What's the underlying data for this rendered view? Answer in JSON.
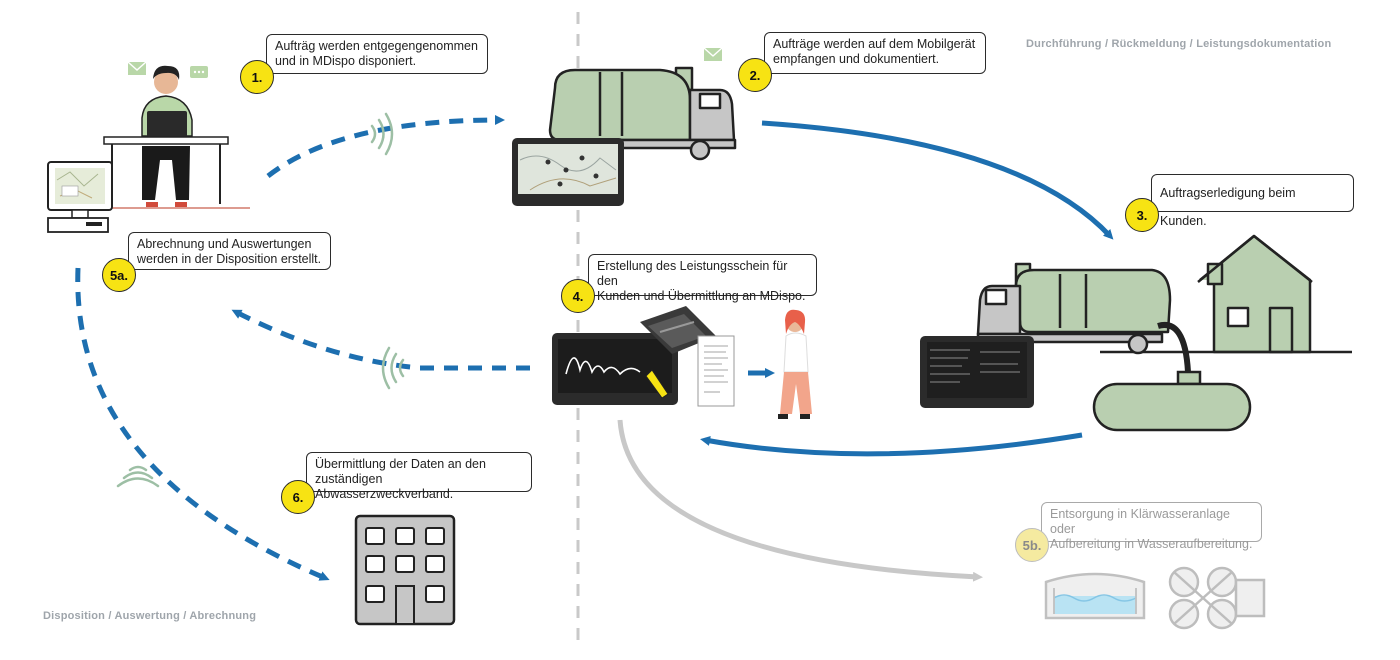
{
  "sections": {
    "left": "Disposition / Auswertung / Abrechnung",
    "right": "Durchführung / Rückmeldung / Leistungsdokumentation"
  },
  "steps": [
    {
      "badge": "1.",
      "text": "Aufträg werden entgegengenommen\nund in MDispo disponiert."
    },
    {
      "badge": "2.",
      "text": "Aufträge werden auf dem Mobilgerät\nempfangen und dokumentiert."
    },
    {
      "badge": "3.",
      "text": "Auftragserledigung beim Kunden."
    },
    {
      "badge": "4.",
      "text": "Erstellung des Leistungsschein für den\nKunden und Übermittlung an MDispo."
    },
    {
      "badge": "5a.",
      "text": "Abrechnung und Auswertungen\nwerden in der Disposition erstellt."
    },
    {
      "badge": "5b.",
      "text": "Entsorgung in Klärwasseranlage oder\nAufbereitung in Wasseraufbereitung."
    },
    {
      "badge": "6.",
      "text": "Übermittlung der Daten an den\nzuständigen Abwasserzweckverband."
    }
  ],
  "colors": {
    "accent_blue": "#1d6fb0",
    "truck_green": "#b9cfb0",
    "badge_yellow": "#f7e313",
    "gray_arrow": "#c8c8c8",
    "divider": "#c9c9c9"
  }
}
